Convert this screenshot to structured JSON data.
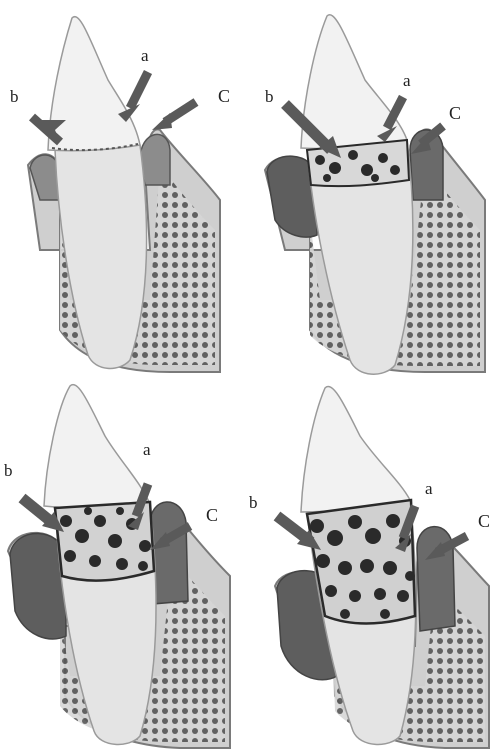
{
  "figure": {
    "panels": [
      {
        "stage": 1,
        "labels": {
          "a": "a",
          "b": "b",
          "c": "C"
        }
      },
      {
        "stage": 2,
        "labels": {
          "a": "a",
          "b": "b",
          "c": "C"
        }
      },
      {
        "stage": 3,
        "labels": {
          "a": "a",
          "b": "b",
          "c": "C"
        }
      },
      {
        "stage": 4,
        "labels": {
          "a": "a",
          "b": "b",
          "c": "C"
        }
      }
    ],
    "colors": {
      "enamel": "#efefef",
      "root": "#e4e4e4",
      "gingiva": "#8c8c8c",
      "gingiva_inflamed": "#5e5e5e",
      "bone_outline": "#7a7a7a",
      "lesion": "#2a2a2a",
      "arrow": "#5a5a5a"
    }
  }
}
